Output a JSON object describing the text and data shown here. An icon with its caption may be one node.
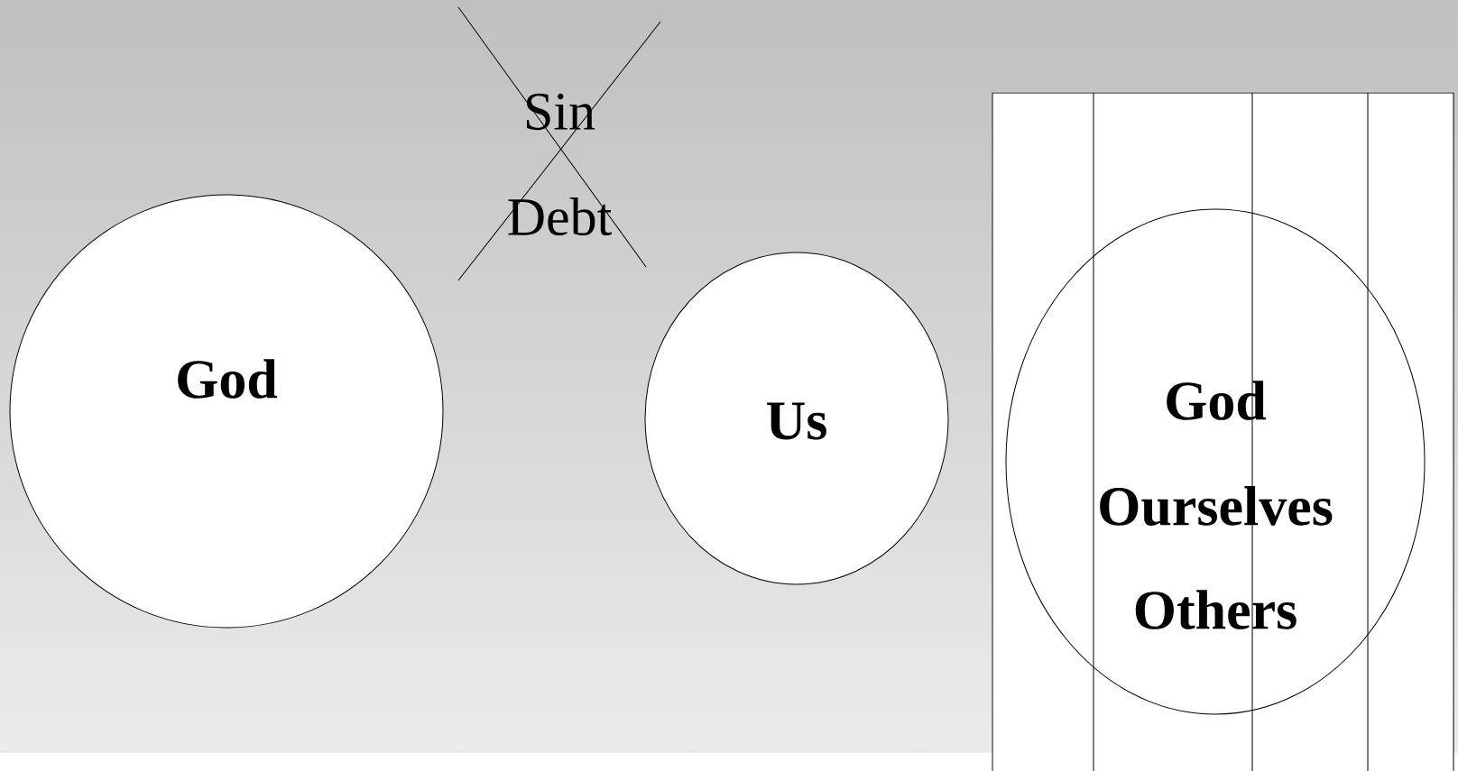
{
  "diagram": {
    "nodes": [
      {
        "text": [
          "God"
        ]
      },
      {
        "text": [
          "Us"
        ]
      },
      {
        "text": [
          "God",
          "Ourselves",
          "Others"
        ]
      }
    ],
    "labels": [
      "Sin",
      "Debt"
    ]
  }
}
